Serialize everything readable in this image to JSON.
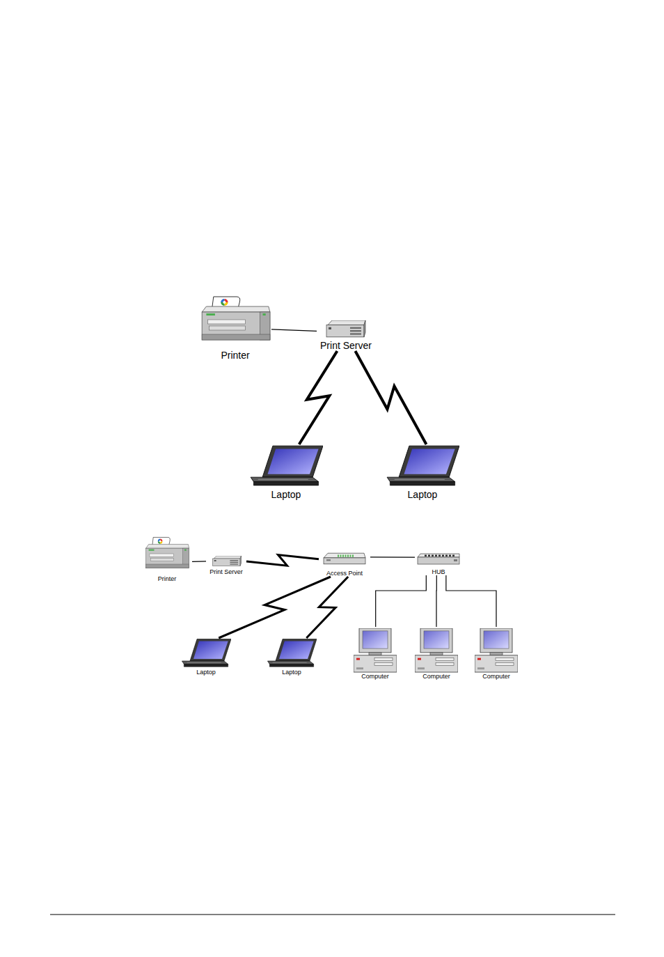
{
  "diagram": {
    "nodes": [
      {
        "text": [
          "Printer"
        ]
      },
      {
        "text": [
          "Print Server"
        ]
      },
      {
        "text": [
          "Laptop"
        ]
      },
      {
        "text": [
          "Laptop"
        ]
      },
      {
        "text": [
          "Printer"
        ]
      },
      {
        "text": [
          "Print Server"
        ]
      },
      {
        "text": [
          "Access Point"
        ]
      },
      {
        "text": [
          "HUB"
        ]
      },
      {
        "text": [
          "Laptop"
        ]
      },
      {
        "text": [
          "Laptop"
        ]
      },
      {
        "text": [
          "Computer"
        ]
      },
      {
        "text": [
          "Computer"
        ]
      },
      {
        "text": [
          "Computer"
        ]
      }
    ],
    "edges": [
      {
        "from": 0,
        "to": 1,
        "arrow": "none"
      },
      {
        "from": 1,
        "to": 2,
        "arrow": "none"
      },
      {
        "from": 1,
        "to": 3,
        "arrow": "none"
      },
      {
        "from": 4,
        "to": 5,
        "arrow": "none"
      },
      {
        "from": 5,
        "to": 6,
        "arrow": "none"
      },
      {
        "from": 6,
        "to": 7,
        "arrow": "none"
      },
      {
        "from": 6,
        "to": 8,
        "arrow": "none"
      },
      {
        "from": 6,
        "to": 9,
        "arrow": "none"
      },
      {
        "from": 7,
        "to": 10,
        "arrow": "none"
      },
      {
        "from": 7,
        "to": 11,
        "arrow": "none"
      },
      {
        "from": 7,
        "to": 12,
        "arrow": "none"
      }
    ]
  }
}
